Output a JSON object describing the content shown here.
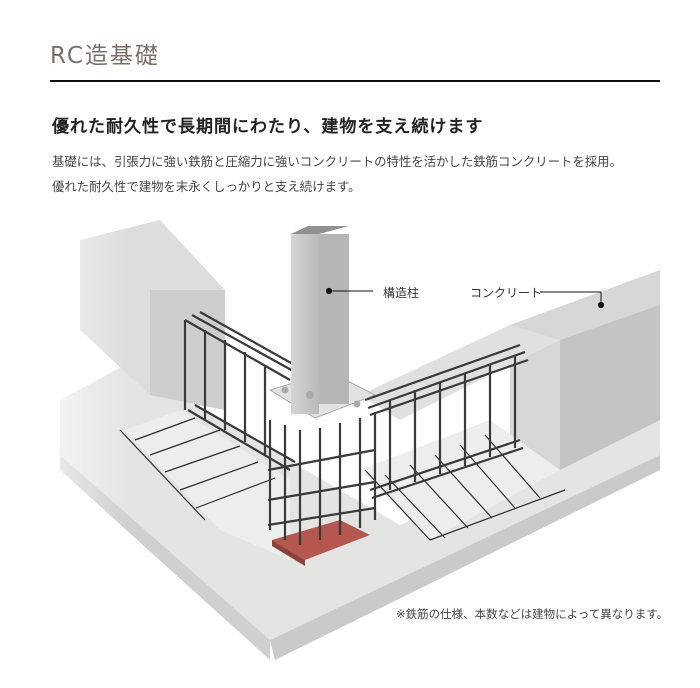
{
  "section": {
    "title": "RC造基礎"
  },
  "headline": "優れた耐久性で長期間にわたり、建物を支え続けます",
  "body": {
    "line1": "基礎には、引張力に強い鉄筋と圧縮力に強いコンクリートの特性を活かした鉄筋コンクリートを採用。",
    "line2": "優れた耐久性で建物を末永くしっかりと支え続けます。"
  },
  "illustration": {
    "labels": {
      "column": "構造柱",
      "concrete": "コンクリート"
    },
    "colors": {
      "concrete": "#d9dbd8",
      "column": "#c6c8c8",
      "rebar": "#3a3a3a",
      "base_plate": "#b5574f"
    }
  },
  "note": "※鉄筋の仕様、本数などは建物によって異なります。"
}
